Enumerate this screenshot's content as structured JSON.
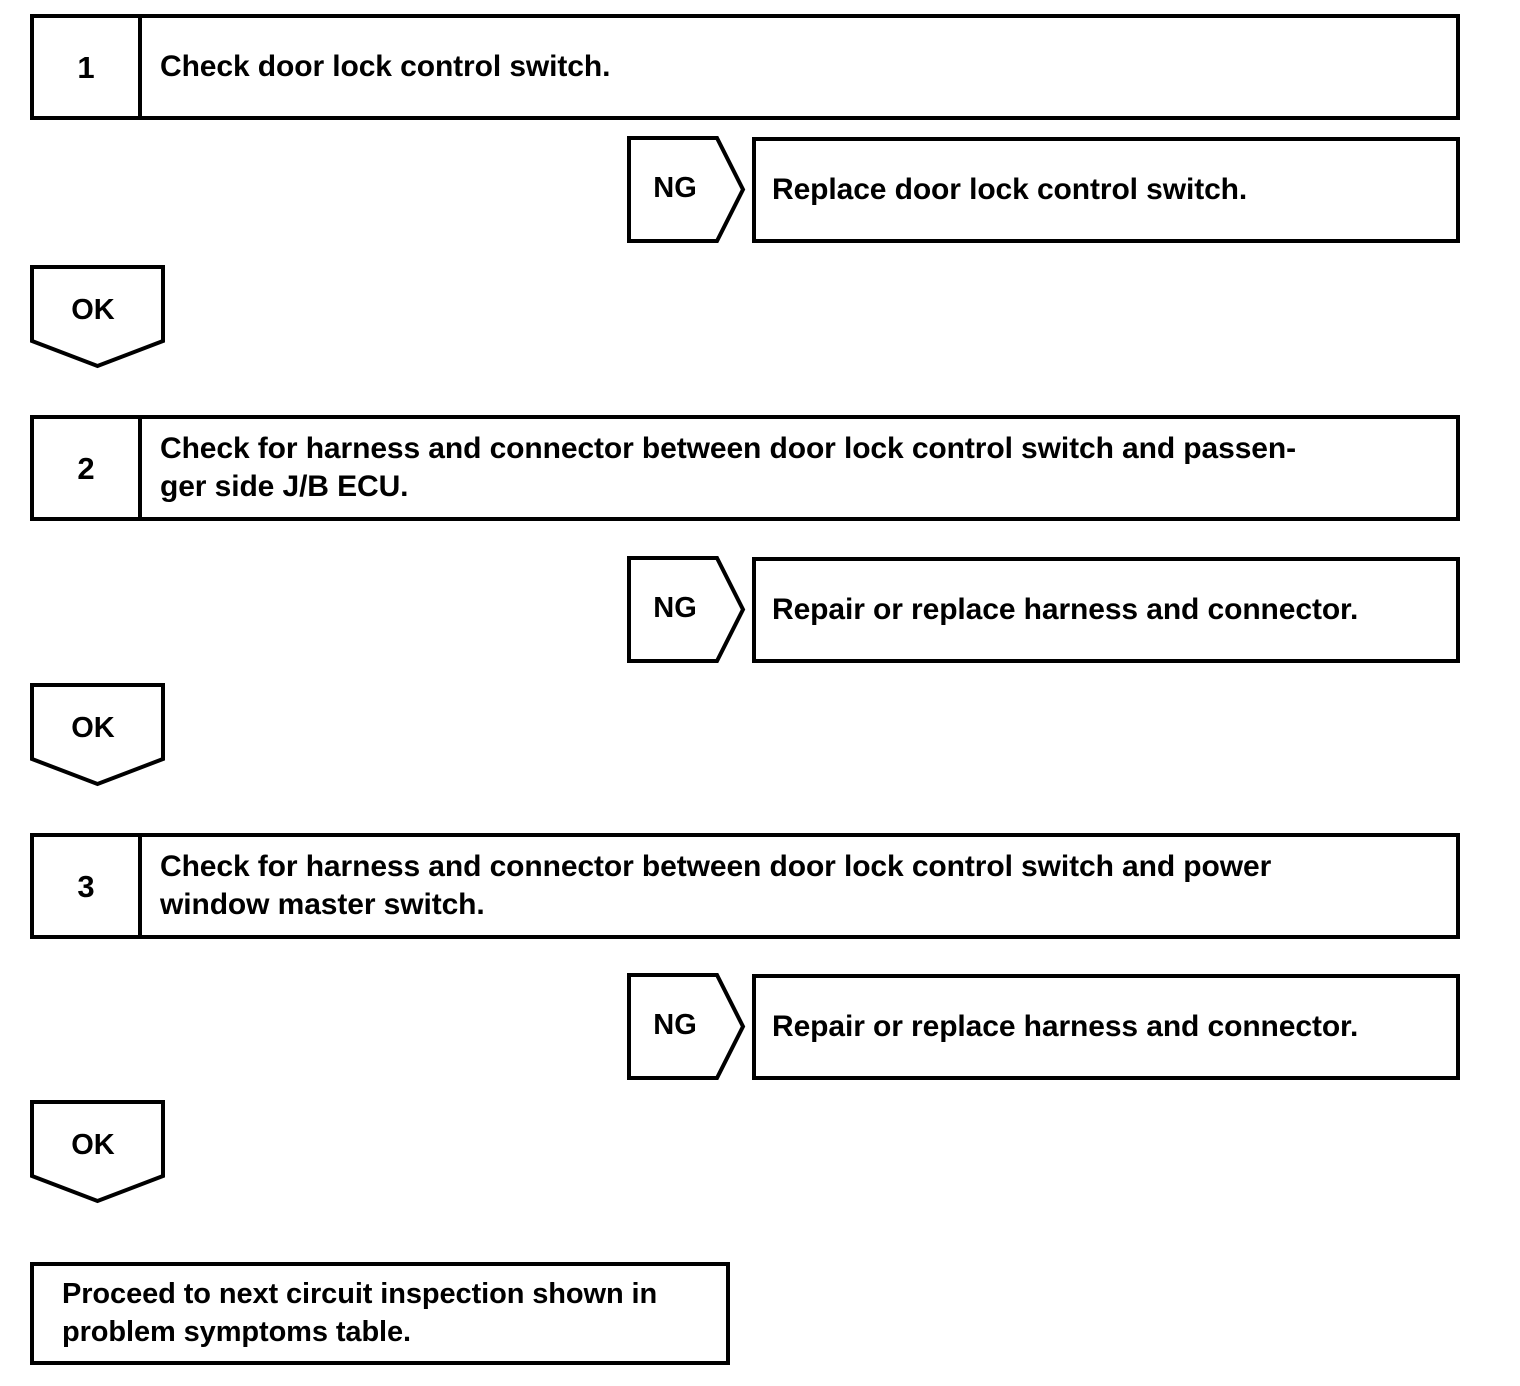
{
  "diagram": {
    "type": "troubleshooting-flow-chart",
    "line_color": "#000000",
    "background_color": "#ffffff",
    "steps": [
      {
        "number": "1",
        "text": "Check door lock control switch.",
        "branch_label": "NG",
        "branch_result": "Replace door lock control switch.",
        "pass_label": "OK"
      },
      {
        "number": "2",
        "text": "Check for harness and connector between door lock control switch and passen-ger side J/B ECU.",
        "text_line1": "Check for harness and connector between door lock control switch and passen-",
        "text_line2": "ger side J/B ECU.",
        "branch_label": "NG",
        "branch_result": "Repair or replace harness and connector.",
        "pass_label": "OK"
      },
      {
        "number": "3",
        "text": "Check for harness and connector between door lock control switch and power window master switch.",
        "text_line1": "Check for harness and connector between door lock control switch and power",
        "text_line2": "window master switch.",
        "branch_label": "NG",
        "branch_result": "Repair or replace harness and connector.",
        "pass_label": "OK"
      }
    ],
    "terminal": {
      "line1": "Proceed to next circuit inspection shown in",
      "line2": "problem symptoms table."
    }
  }
}
